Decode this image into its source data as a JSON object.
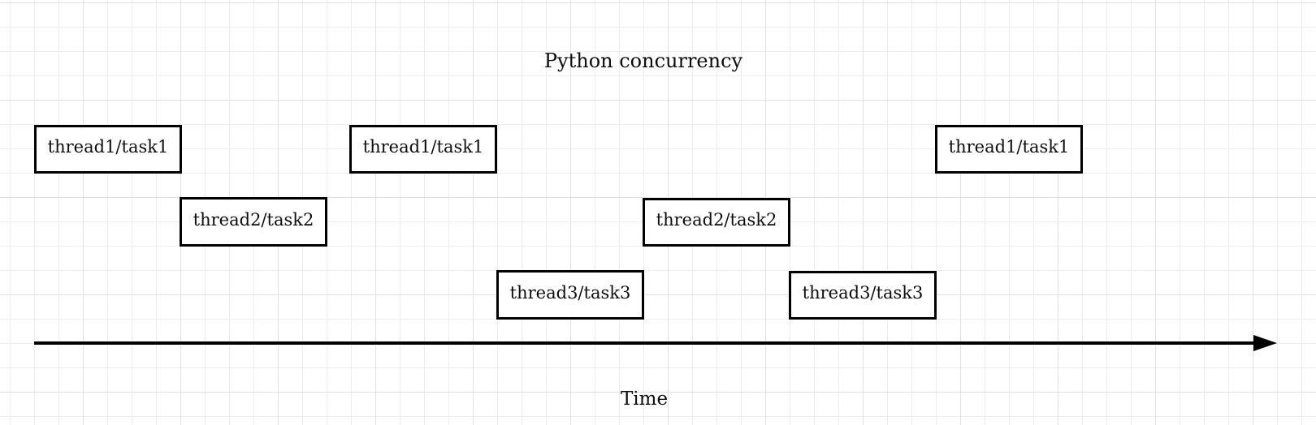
{
  "diagram": {
    "title": "Python concurrency",
    "time_axis_label": "Time",
    "nodes": [
      {
        "label": "thread1/task1",
        "thread": "thread1",
        "task": "task1",
        "lane": 1,
        "sequence": 1
      },
      {
        "label": "thread2/task2",
        "thread": "thread2",
        "task": "task2",
        "lane": 2,
        "sequence": 2
      },
      {
        "label": "thread1/task1",
        "thread": "thread1",
        "task": "task1",
        "lane": 1,
        "sequence": 3
      },
      {
        "label": "thread3/task3",
        "thread": "thread3",
        "task": "task3",
        "lane": 3,
        "sequence": 4
      },
      {
        "label": "thread2/task2",
        "thread": "thread2",
        "task": "task2",
        "lane": 2,
        "sequence": 5
      },
      {
        "label": "thread3/task3",
        "thread": "thread3",
        "task": "task3",
        "lane": 3,
        "sequence": 6
      },
      {
        "label": "thread1/task1",
        "thread": "thread1",
        "task": "task1",
        "lane": 1,
        "sequence": 7
      }
    ],
    "colors": {
      "stroke": "#000000",
      "text": "#0d0d0d",
      "background": "#ffffff",
      "grid_minor": "#ededed",
      "grid_major": "#e0e0e0"
    }
  }
}
